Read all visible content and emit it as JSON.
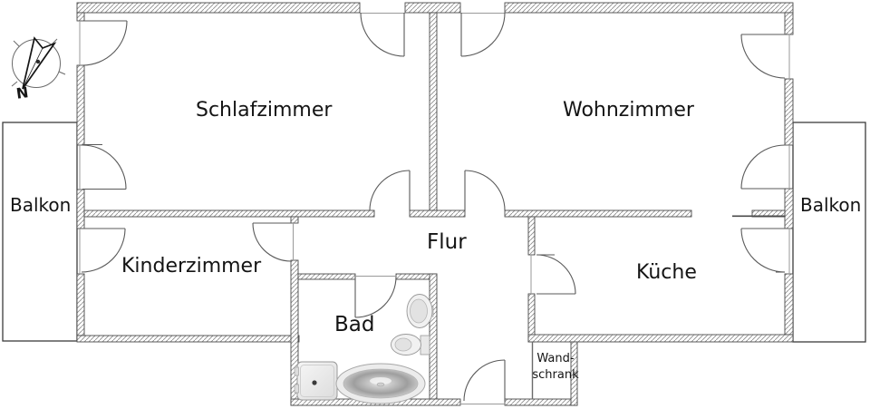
{
  "labels": {
    "schlafzimmer": "Schlafzimmer",
    "wohnzimmer": "Wohnzimmer",
    "kinderzimmer": "Kinderzimmer",
    "flur": "Flur",
    "kueche": "Küche",
    "bad": "Bad",
    "balkon_links": "Balkon",
    "balkon_rechts": "Balkon",
    "wandschrank_line1": "Wand-",
    "wandschrank_line2": "schrank",
    "compass_north": "N"
  },
  "fixtures": [
    "washing-machine",
    "bathtub",
    "toilet",
    "sink"
  ],
  "colors": {
    "wall_line": "#4a4a4a",
    "hatch_line": "#8f8f8f",
    "door_line": "#5a5a5a",
    "text": "#141414",
    "fixture_fill": "#d9d9d9",
    "background": "#ffffff"
  }
}
